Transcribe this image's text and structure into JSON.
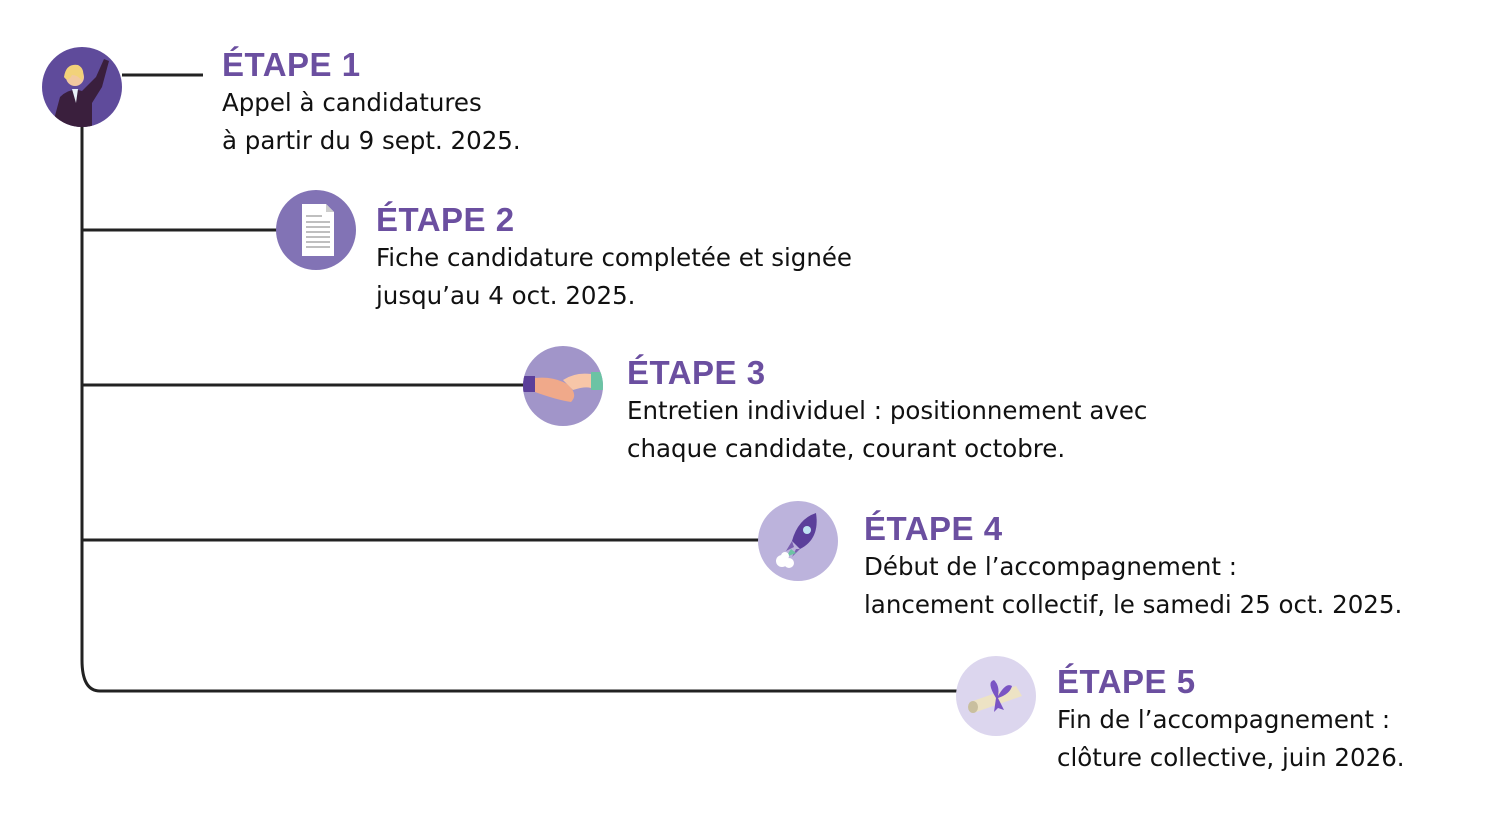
{
  "colors": {
    "title": "#6b4fa0",
    "line": "#222222",
    "circles": [
      "#5f4b9b",
      "#8273b5",
      "#a195c9",
      "#bcb3dc",
      "#dcd6ee"
    ]
  },
  "steps": [
    {
      "title": "ÉTAPE 1",
      "line1": "Appel à candidatures",
      "line2": "à partir du 9 sept. 2025.",
      "icon": "woman-raising-hand-icon"
    },
    {
      "title": "ÉTAPE 2",
      "line1": "Fiche candidature completée et signée",
      "line2": "jusqu’au 4 oct. 2025.",
      "icon": "document-icon"
    },
    {
      "title": "ÉTAPE 3",
      "line1": "Entretien individuel : positionnement avec",
      "line2": "chaque candidate, courant octobre.",
      "icon": "handshake-icon"
    },
    {
      "title": "ÉTAPE 4",
      "line1": "Début de l’accompagnement :",
      "line2": "lancement collectif, le samedi 25 oct. 2025.",
      "icon": "rocket-icon"
    },
    {
      "title": "ÉTAPE 5",
      "line1": "Fin de l’accompagnement :",
      "line2": "clôture collective, juin 2026.",
      "icon": "diploma-icon"
    }
  ]
}
